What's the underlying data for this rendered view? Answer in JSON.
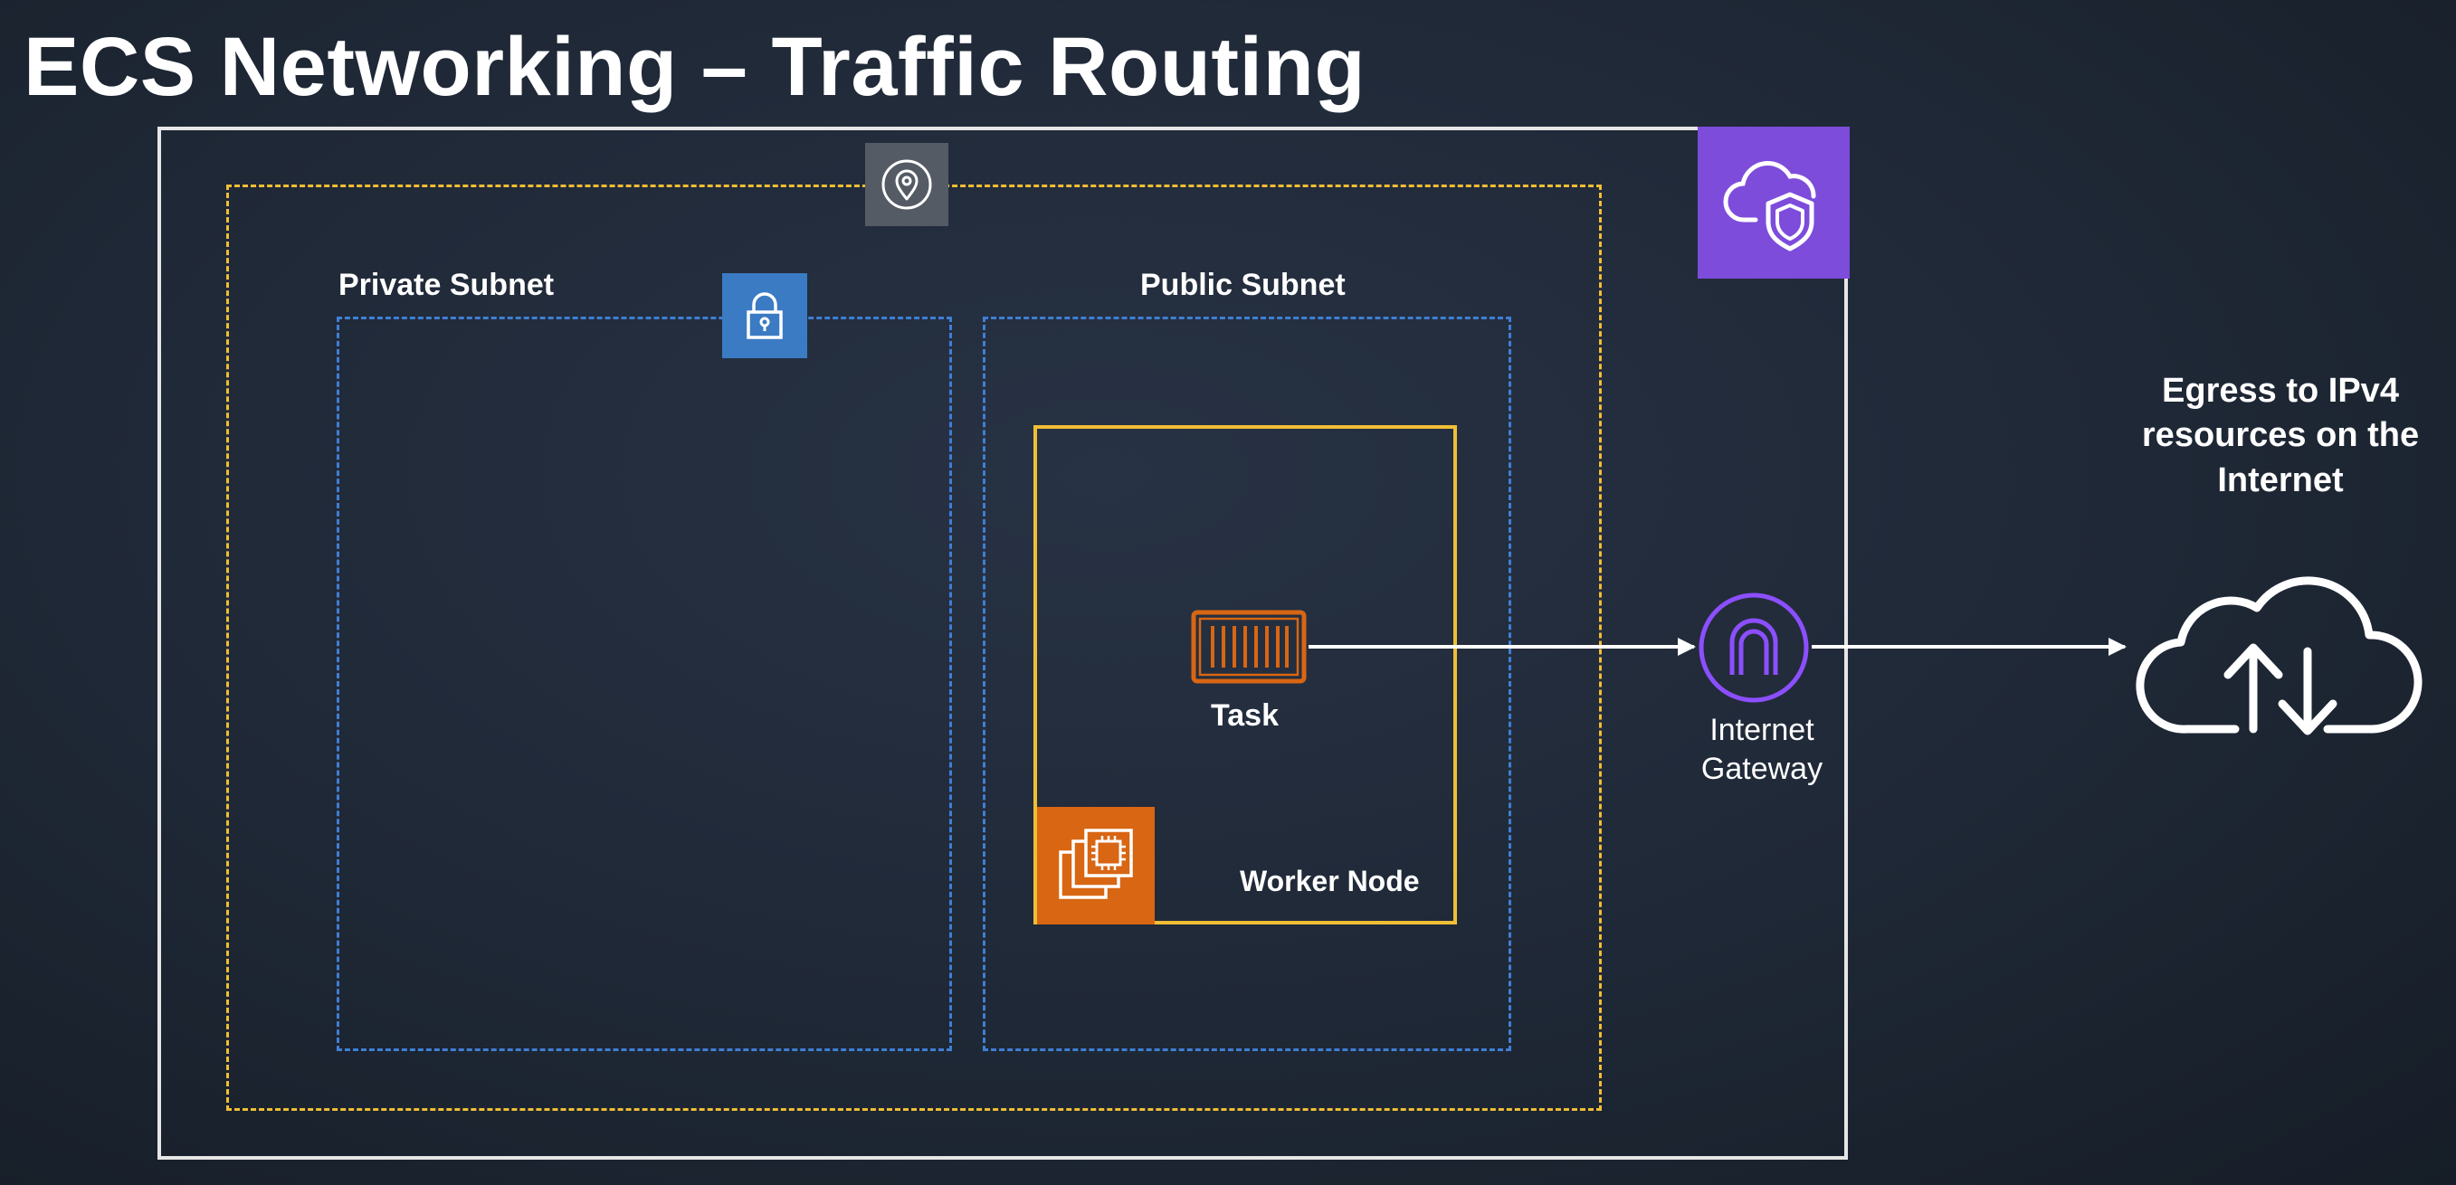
{
  "title": "ECS Networking – Traffic Routing",
  "subnets": {
    "private": "Private Subnet",
    "public": "Public Subnet"
  },
  "worker_node": "Worker Node",
  "task": "Task",
  "internet_gateway": {
    "line1": "Internet",
    "line2": "Gateway"
  },
  "egress": {
    "line1": "Egress to IPv4",
    "line2": "resources on the",
    "line3": "Internet"
  },
  "icons": {
    "region": "location-pin-icon",
    "vpc": "cloud-shield-icon",
    "private_subnet": "lock-icon",
    "worker_node": "ec2-instance-icon",
    "task": "container-icon",
    "gateway": "internet-gateway-icon",
    "internet": "cloud-upload-download-icon"
  },
  "colors": {
    "region_border": "#f0be35",
    "subnet_border": "#3f7fd4",
    "vpc_badge": "#7d4cdb",
    "ec2_badge": "#d86613",
    "task_icon": "#d86613",
    "gateway_icon": "#8c4fff"
  }
}
